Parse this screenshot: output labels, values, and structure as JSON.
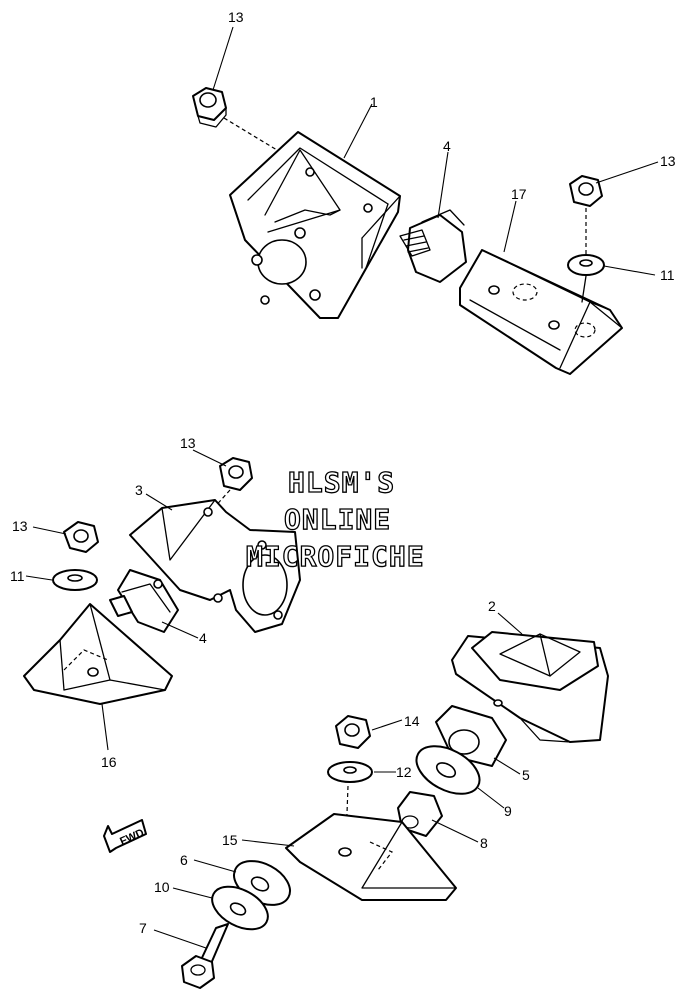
{
  "watermark": {
    "line1": "HLSM'S",
    "line2": "ONLINE",
    "line3": "MICROFICHE"
  },
  "fwd_label": "FWD",
  "callouts": {
    "c13a": "13",
    "c1": "1",
    "c4a": "4",
    "c17": "17",
    "c13b": "13",
    "c11a": "11",
    "c13c": "13",
    "c3": "3",
    "c13d": "13",
    "c11b": "11",
    "c4b": "4",
    "c16": "16",
    "c2": "2",
    "c14": "14",
    "c12": "12",
    "c5": "5",
    "c9": "9",
    "c8": "8",
    "c15": "15",
    "c6": "6",
    "c10": "10",
    "c7": "7"
  }
}
